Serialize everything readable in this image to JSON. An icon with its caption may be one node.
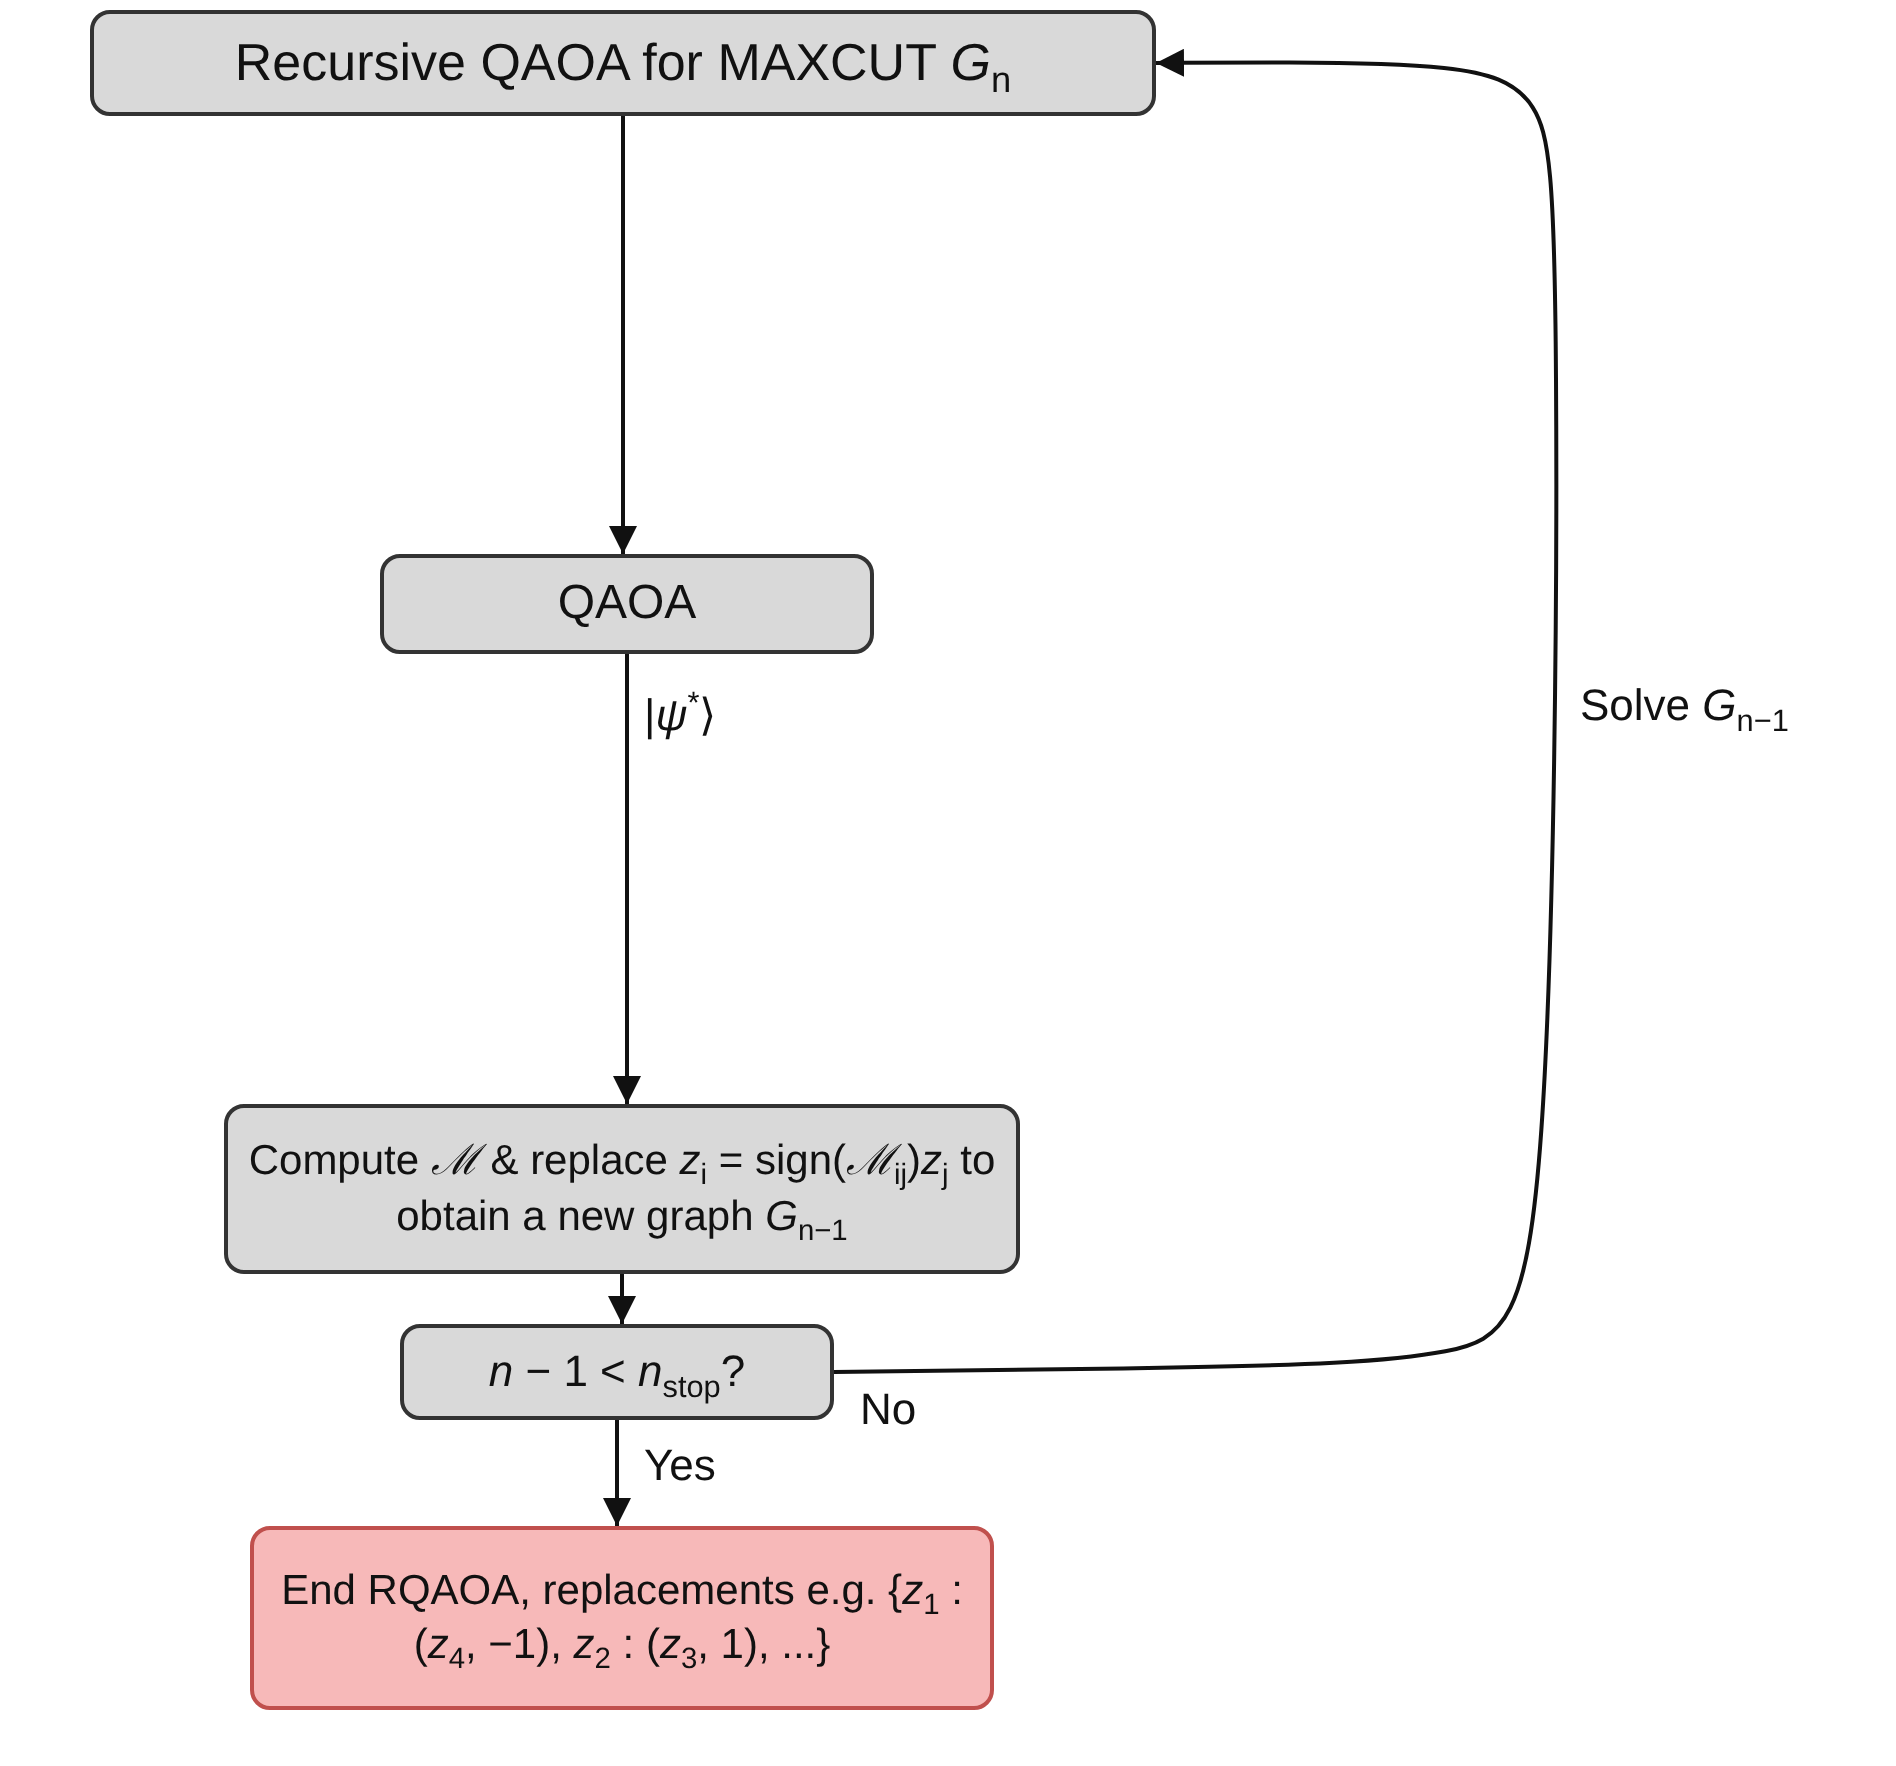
{
  "diagram": {
    "nodes": [
      {
        "text": [
          "Recursive QAOA for MAXCUT *G*$_{n}$"
        ]
      },
      {
        "text": [
          "QAOA"
        ]
      },
      {
        "text": [
          "Compute *ℳ* & replace *z*$_{i}$ = sign(*ℳ*$_{ij}$)*z*$_{j}$ to obtain a new graph *G*$_{n−1}$"
        ]
      },
      {
        "text": [
          "*n* − 1 < *n*$_{stop}$?"
        ]
      },
      {
        "text": [
          "End RQAOA, replacements e.g. {*z*$_{1}$ : (*z*$_{4}$, −1), *z*$_{2}$ : (*z*$_{3}$, 1), ...}"
        ]
      }
    ],
    "edges": [
      {
        "from": 0,
        "to": 1,
        "arrow": "to"
      },
      {
        "from": 1,
        "to": 2,
        "arrow": "to",
        "label": "|*ψ*$^{*}$⟩"
      },
      {
        "from": 2,
        "to": 3,
        "arrow": "to"
      },
      {
        "from": 3,
        "to": 4,
        "arrow": "to",
        "label": "Yes"
      },
      {
        "from": 3,
        "to": 0,
        "arrow": "to",
        "label": "No"
      }
    ],
    "labels": [
      "Solve *G*$_{n−1}$"
    ]
  }
}
